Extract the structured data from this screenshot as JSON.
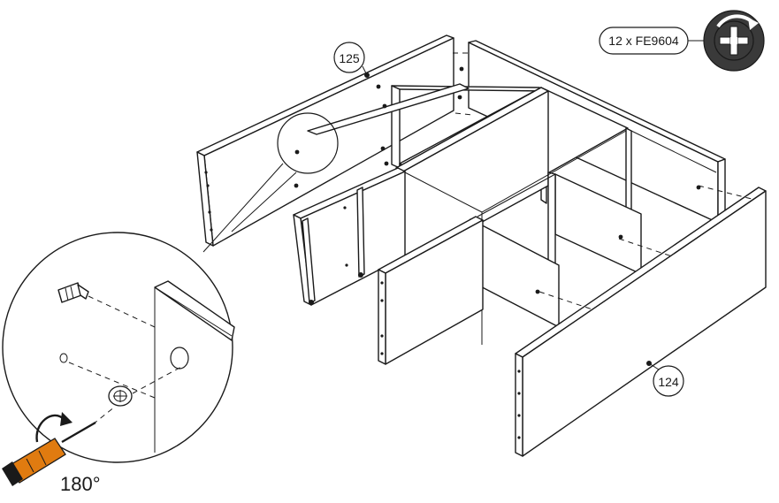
{
  "parts": {
    "top_panel": {
      "number": "125"
    },
    "bottom_panel": {
      "number": "124"
    }
  },
  "hardware": {
    "callout": "12 x FE9604",
    "icon": "cam-lock-icon"
  },
  "detail": {
    "rotation": "180°",
    "tool": "screwdriver-icon"
  },
  "colors": {
    "line": "#1a1a1a",
    "handle": "#e07b10",
    "cam_fill": "#3a3a3a"
  }
}
